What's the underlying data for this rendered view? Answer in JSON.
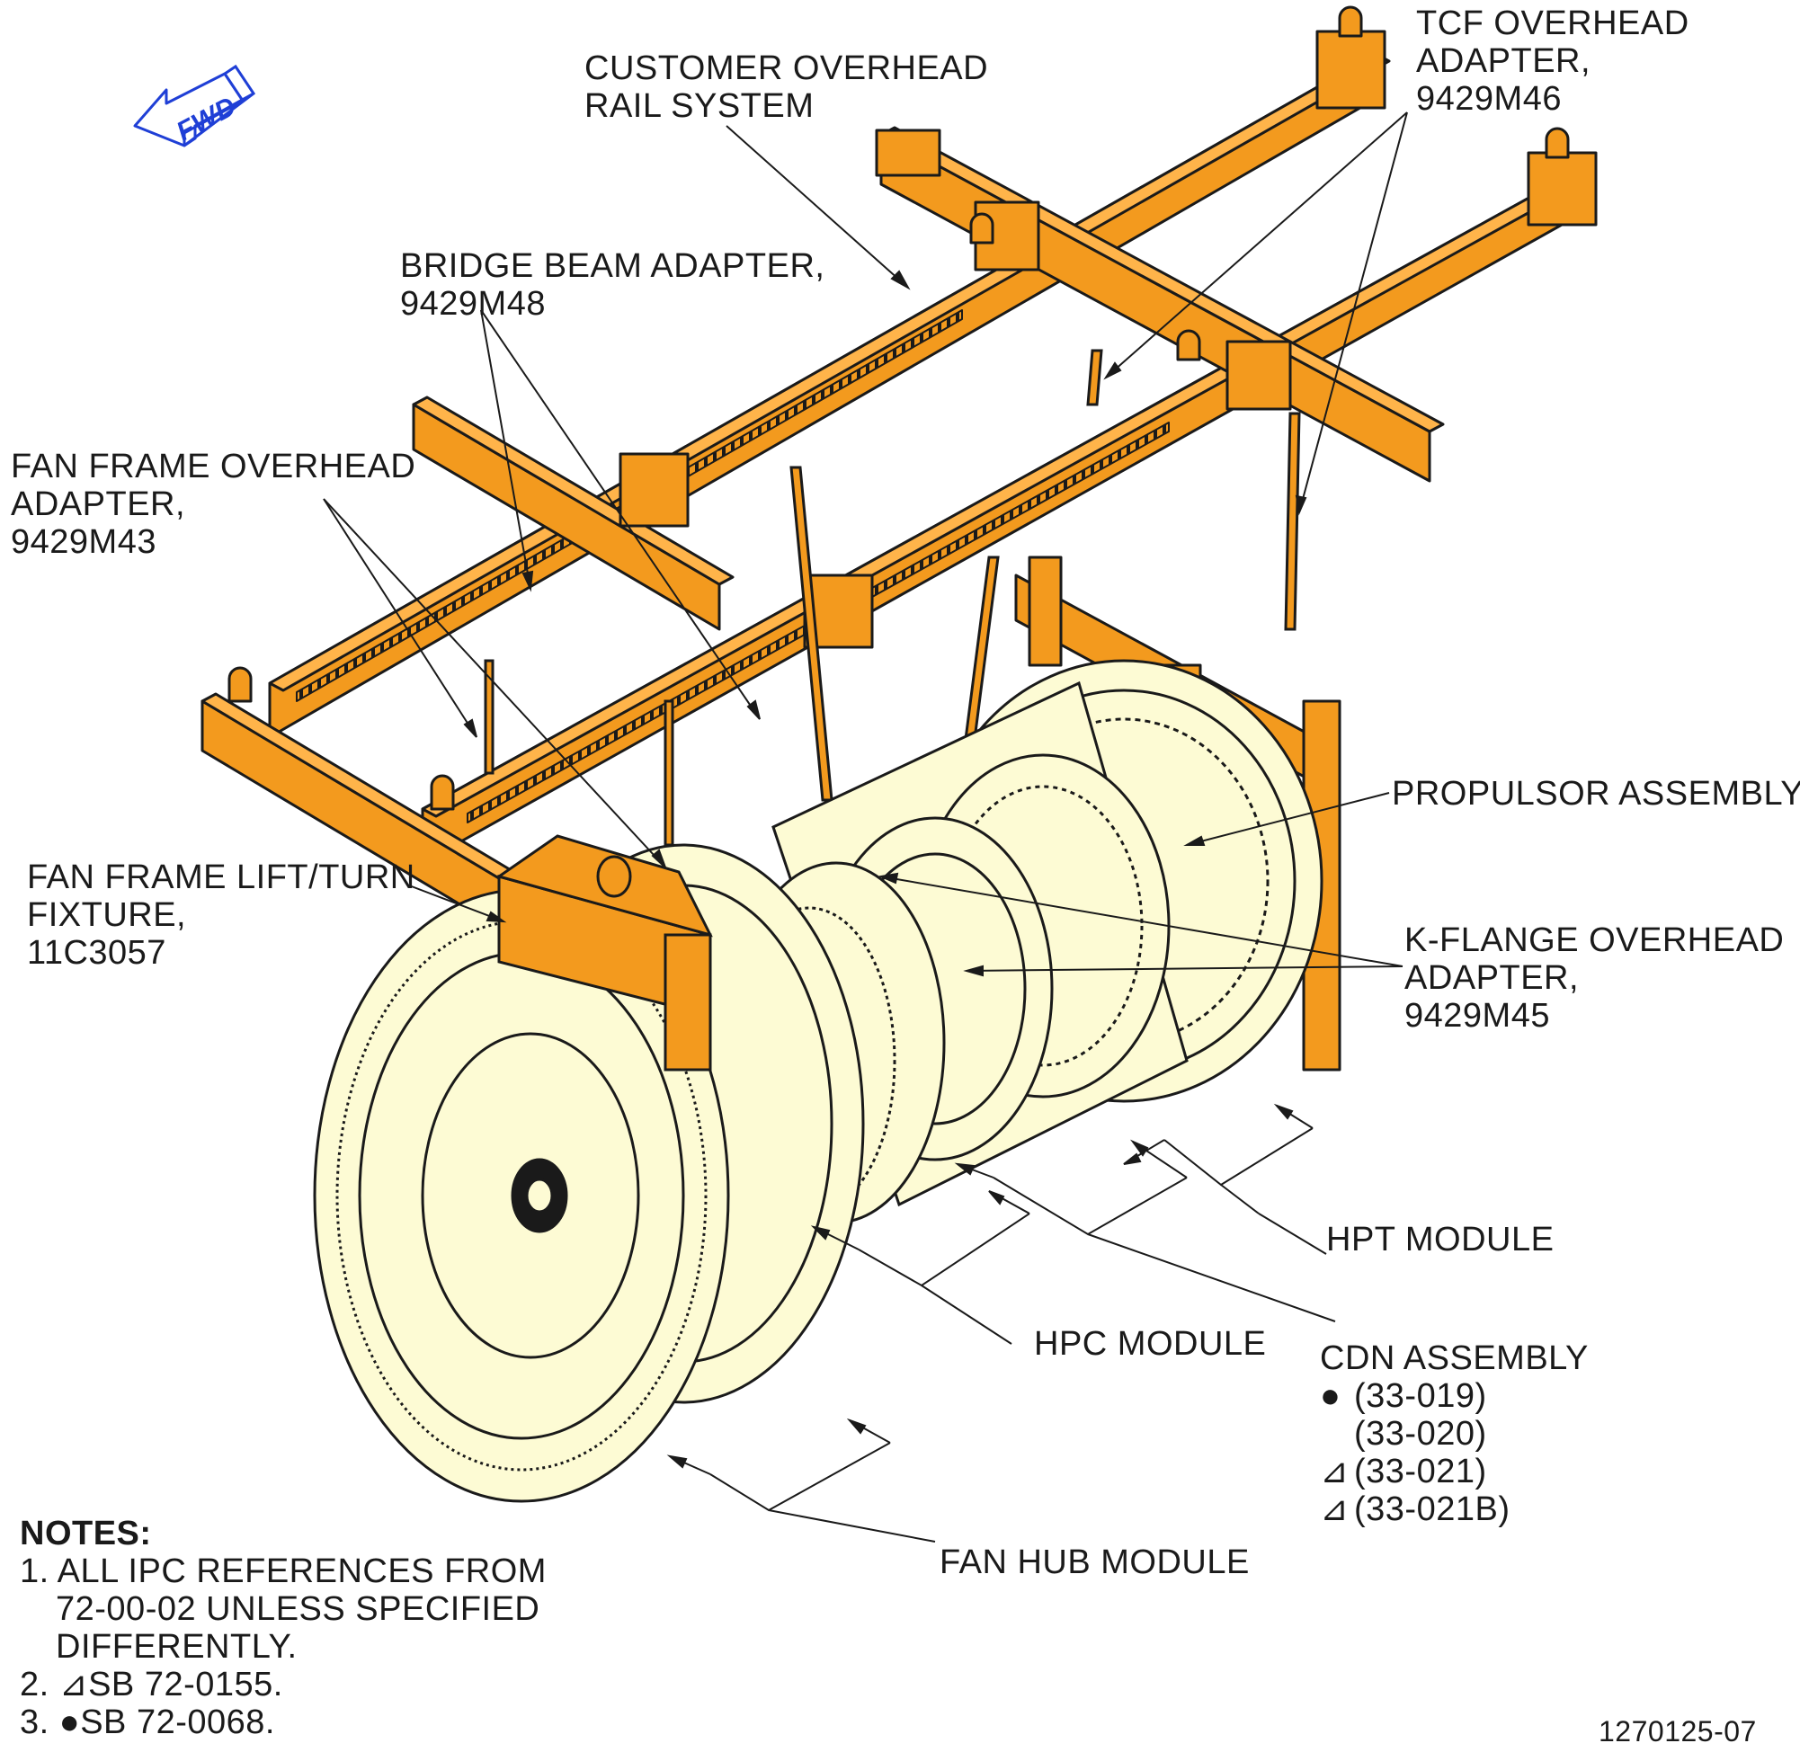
{
  "labels": {
    "fwd": "FWD",
    "customer_overhead": [
      "CUSTOMER OVERHEAD",
      "RAIL SYSTEM"
    ],
    "tcf_overhead": [
      "TCF OVERHEAD",
      "ADAPTER,",
      "9429M46"
    ],
    "bridge_beam": [
      "BRIDGE BEAM ADAPTER,",
      "9429M48"
    ],
    "fan_frame_overhead": [
      "FAN FRAME OVERHEAD",
      "ADAPTER,",
      "9429M43"
    ],
    "propulsor": "PROPULSOR ASSEMBLY",
    "k_flange": [
      "K-FLANGE OVERHEAD",
      "ADAPTER,",
      "9429M45"
    ],
    "fan_frame_lift": [
      "FAN FRAME LIFT/TURN",
      "FIXTURE,",
      "11C3057"
    ],
    "hpt_module": "HPT MODULE",
    "hpc_module": "HPC MODULE",
    "cdn_assembly": {
      "title": "CDN ASSEMBLY",
      "refs": [
        {
          "symbol": "●",
          "text": "(33-019)"
        },
        {
          "symbol": "",
          "text": "(33-020)"
        },
        {
          "symbol": "⊿",
          "text": "(33-021)"
        },
        {
          "symbol": "⊿",
          "text": "(33-021B)"
        }
      ]
    },
    "fan_hub_module": "FAN HUB MODULE"
  },
  "notes": {
    "title": "NOTES:",
    "items": [
      "1. ALL IPC REFERENCES FROM",
      "72-00-02 UNLESS SPECIFIED",
      "DIFFERENTLY.",
      "2. ⊿SB 72-0155.",
      "3. ●SB 72-0068."
    ]
  },
  "figure_id": "1270125-07",
  "colors": {
    "frame_orange": "#f39a1e",
    "frame_orange_dark": "#d77f0a",
    "engine_cream": "#fdfbd4",
    "line": "#1a1a1a",
    "fwd_blue": "#1f3fd6"
  },
  "icons": [
    "fwd-arrow-icon",
    "sb-0068-bullet-icon",
    "sb-0155-triangle-icon"
  ]
}
